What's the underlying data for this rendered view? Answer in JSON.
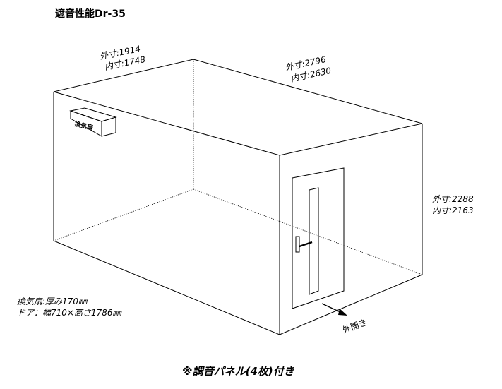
{
  "title": "遮音性能Dr-35",
  "dimensions": {
    "depth": {
      "outer": "外寸:1914",
      "inner": "内寸:1748"
    },
    "width": {
      "outer": "外寸:2796",
      "inner": "内寸:2630"
    },
    "height": {
      "outer": "外寸:2288",
      "inner": "内寸:2163"
    }
  },
  "fan_label": "換気扇",
  "door_open_label": "外開き",
  "notes": {
    "fan": "換気扇:厚み170㎜",
    "door": "ドア：幅710×高さ1786㎜"
  },
  "footer": "※調音パネル(4枚)付き"
}
